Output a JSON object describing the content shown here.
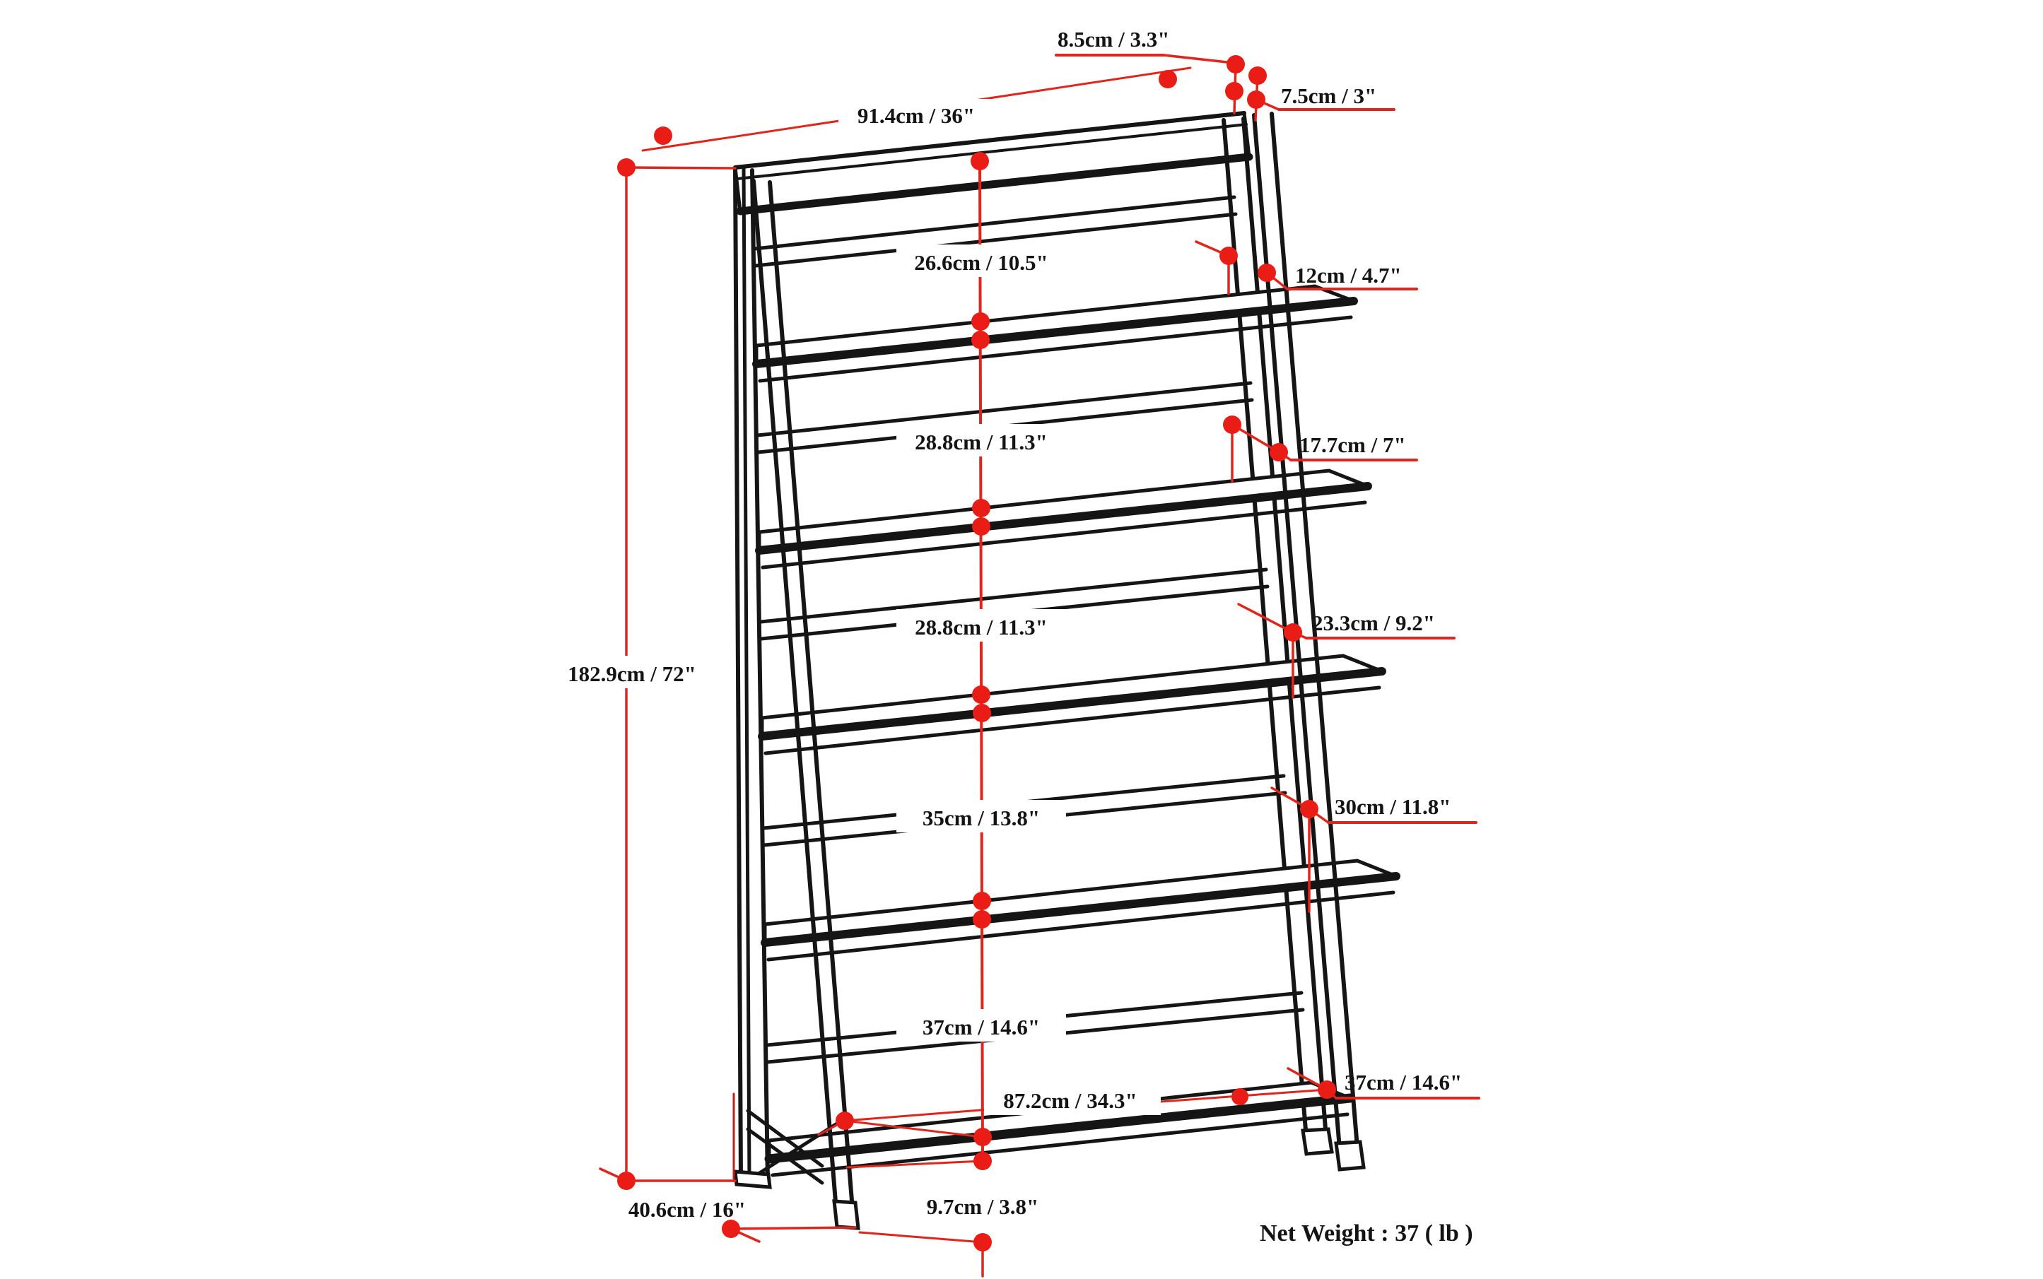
{
  "diagram_type": "furniture-dimension-drawing",
  "product": "5-shelf ladder bookcase",
  "colors": {
    "background": "#ffffff",
    "structure_black": "#151515",
    "dimension_red": "#e0251c",
    "dot_red": "#ea1c16",
    "dark_red": "#b5251c"
  },
  "labels": {
    "top_overhang": "8.5cm / 3.3\"",
    "side_overhang": "7.5cm / 3\"",
    "overall_width": "91.4cm / 36\"",
    "overall_height": "182.9cm / 72\"",
    "gap_right_1": "12cm / 4.7\"",
    "gap_right_2": "17.7cm / 7\"",
    "gap_right_3": "23.3cm / 9.2\"",
    "gap_right_4": "30cm / 11.8\"",
    "gap_right_5": "37cm / 14.6\"",
    "gap_center_1": "26.6cm / 10.5\"",
    "gap_center_2": "28.8cm / 11.3\"",
    "gap_center_3": "28.8cm / 11.3\"",
    "gap_center_4": "35cm / 13.8\"",
    "gap_center_5": "37cm / 14.6\"",
    "bottom_shelf_width": "87.2cm / 34.3\"",
    "base_board_height": "9.7cm / 3.8\"",
    "base_depth": "40.6cm / 16\"",
    "net_weight": "Net Weight : 37 ( lb )"
  }
}
